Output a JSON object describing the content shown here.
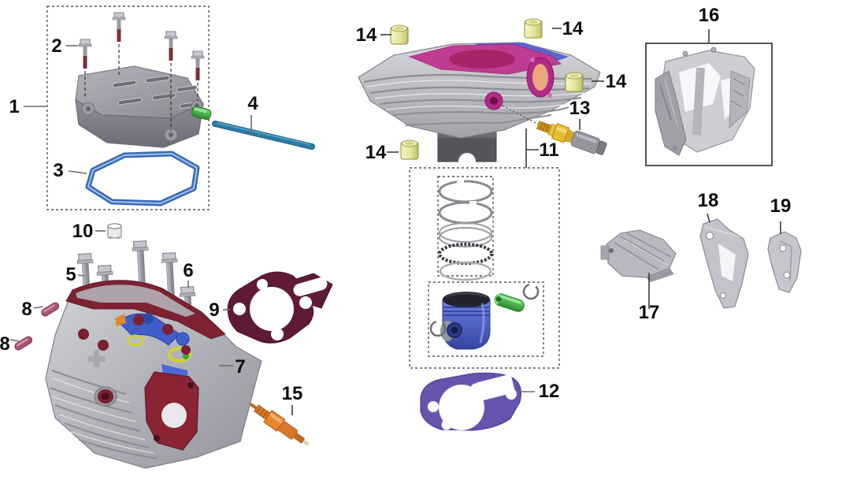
{
  "figure": {
    "kind": "engine-top-end-exploded-parts-diagram",
    "background": "#ffffff"
  },
  "callouts": {
    "n1": {
      "label": "1",
      "target": "valve-cover-kit"
    },
    "n2": {
      "label": "2",
      "target": "valve-cover-bolt"
    },
    "n3": {
      "label": "3",
      "target": "valve-cover-gasket"
    },
    "n4": {
      "label": "4",
      "target": "breather-tube"
    },
    "n5": {
      "label": "5",
      "target": "head-bolt-long"
    },
    "n6": {
      "label": "6",
      "target": "head-bolt-short"
    },
    "n7": {
      "label": "7",
      "target": "cylinder-head"
    },
    "n8a": {
      "label": "8",
      "target": "dowel-pin-upper"
    },
    "n8b": {
      "label": "8",
      "target": "dowel-pin-lower"
    },
    "n9": {
      "label": "9",
      "target": "head-gasket"
    },
    "n10": {
      "label": "10",
      "target": "sealing-cap"
    },
    "n11": {
      "label": "11",
      "target": "cylinder-block"
    },
    "n12": {
      "label": "12",
      "target": "cylinder-base-gasket"
    },
    "n13": {
      "label": "13",
      "target": "temperature-sensor"
    },
    "n14a": {
      "label": "14",
      "target": "dowel-bushing-top-left"
    },
    "n14b": {
      "label": "14",
      "target": "dowel-bushing-top-right"
    },
    "n14c": {
      "label": "14",
      "target": "dowel-bushing-right"
    },
    "n14d": {
      "label": "14",
      "target": "dowel-bushing-bottom-left"
    },
    "n15": {
      "label": "15",
      "target": "spark-plug"
    },
    "n16": {
      "label": "16",
      "target": "shroud-bracket"
    },
    "n17": {
      "label": "17",
      "target": "mount-bracket-left"
    },
    "n18": {
      "label": "18",
      "target": "mount-bracket-middle"
    },
    "n19": {
      "label": "19",
      "target": "mount-bracket-right"
    }
  },
  "colors": {
    "gasket_blue": "#3a6ab5",
    "gasket_maroon": "#5f1a38",
    "gasket_purple": "#6752ae",
    "tube_teal": "#2a7ca6",
    "dowel_yellow": "#e9e9a6",
    "wrist_pin_green": "#3fae3f",
    "piston_blue": "#4a5cc4",
    "spark_plug_orange": "#e0812c",
    "sensor_gold": "#e0b030",
    "bolt_tip_red": "#7b3138",
    "head_rim_red": "#7c2230",
    "metal_gray": "#b8b8c0"
  }
}
